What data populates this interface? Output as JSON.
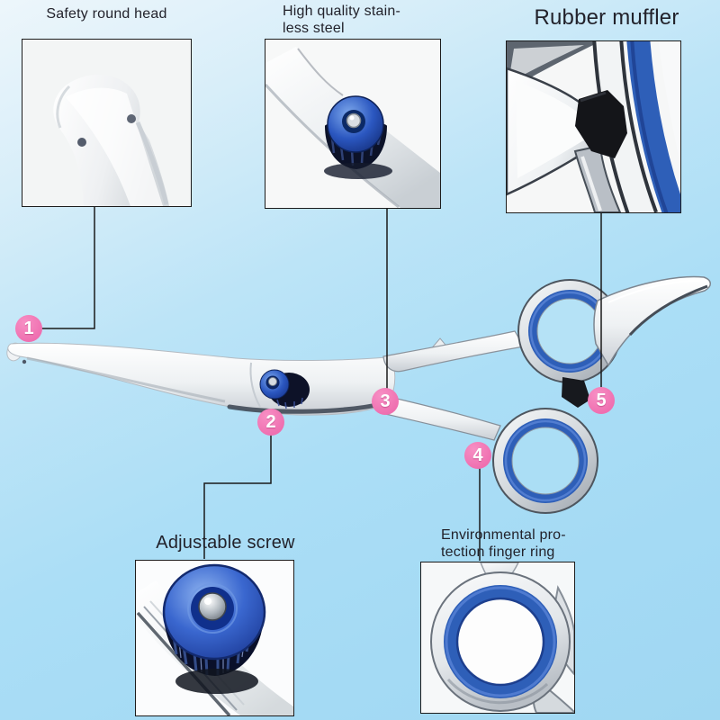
{
  "colors": {
    "bg_top": "#edf6fb",
    "bg_mid": "#abdef6",
    "bg_bottom": "#a4daf4",
    "marker_pink": "#ef6fb0",
    "label_text": "#22222b",
    "rubber_blue": "#2e5fb8",
    "screw_blue": "#2b57c0",
    "muffler_black": "#17191e",
    "connector_line": "#1a1a1a",
    "metal_silver": "#d7dce0",
    "photo_background": "#f6f7f7"
  },
  "callouts": {
    "safety_head": {
      "label": "Safety round head",
      "marker": "1"
    },
    "adjustable_screw": {
      "label": "Adjustable screw",
      "marker": "2"
    },
    "stainless_steel": {
      "label_line1": "High quality stain-",
      "label_line2": "less steel",
      "marker": "3"
    },
    "finger_ring": {
      "label_line1": "Environmental pro-",
      "label_line2": "tection finger ring",
      "marker": "4"
    },
    "rubber_muffler": {
      "label": "Rubber muffler",
      "marker": "5"
    }
  }
}
